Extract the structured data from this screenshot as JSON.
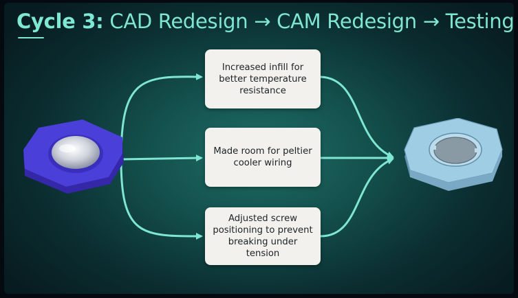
{
  "title": {
    "strong": "Cycle 3:",
    "rest": " CAD Redesign → CAM Redesign → Testing"
  },
  "changes": [
    "Increased infill for better temperature resistance",
    "Made room for peltier cooler wiring",
    "Adjusted screw positioning to prevent breaking under tension"
  ],
  "colors": {
    "accent": "#7fe6d2",
    "background": "#134e4b",
    "box": "#f3f1ee",
    "printed_part": "#4b3fd6",
    "cad_model": "#8fbfd8"
  }
}
